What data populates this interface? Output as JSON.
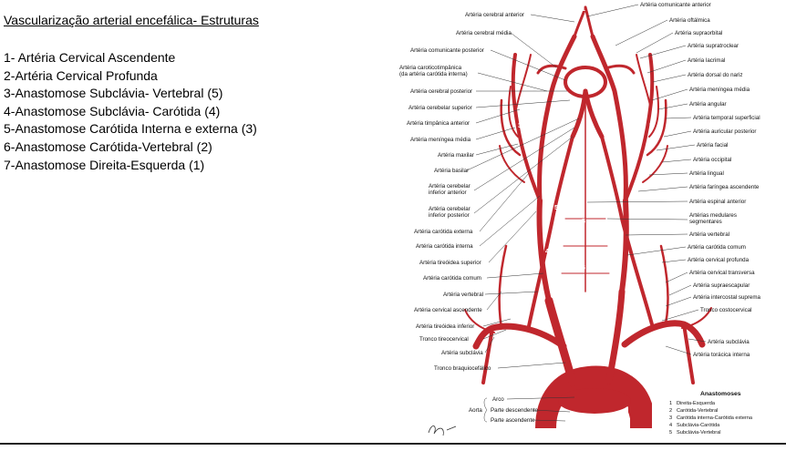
{
  "title": "Vascularização arterial encefálica- Estruturas",
  "list_items": [
    "1- Artéria Cervical Ascendente",
    "2-Artéria Cervical Profunda",
    "3-Anastomose Subclávia- Vertebral (5)",
    "4-Anastomose Subclávia- Carótida (4)",
    "5-Anastomose Carótida Interna e externa (3)",
    "6-Anastomose Carótida-Vertebral (2)",
    "7-Anastomose Direita-Esquerda (1)"
  ],
  "figure": {
    "left_labels": [
      "Artéria cerebral anterior",
      "Artéria cerebral média",
      "Artéria comunicante posterior",
      "Artéria caroticotimpânica",
      "(da artéria carótida interna)",
      "Artéria cerebral posterior",
      "Artéria cerebelar superior",
      "Artéria timpânica anterior",
      "Artéria meníngea média",
      "Artéria maxilar",
      "Artéria basilar",
      "Artéria cerebelar",
      "inferior anterior",
      "Artéria cerebelar",
      "inferior posterior",
      "Artéria carótida externa",
      "Artéria carótida interna",
      "Artéria tireóidea superior",
      "Artéria carótida comum",
      "Artéria vertebral",
      "Artéria cervical ascendente",
      "Artéria tireóidea inferior",
      "Tronco tireocervical",
      "Artéria subclávia",
      "Tronco braquiocefálico"
    ],
    "right_labels": [
      "Artéria comunicante anterior",
      "Artéria oftálmica",
      "Artéria supraorbital",
      "Artéria supratroclear",
      "Artéria lacrimal",
      "Artéria dorsal do nariz",
      "Artéria meníngea média",
      "Artéria angular",
      "Artéria temporal superficial",
      "Artéria auricular posterior",
      "Artéria facial",
      "Artéria occipital",
      "Artéria lingual",
      "Artéria faríngea ascendente",
      "Artéria espinal anterior",
      "Artérias medulares",
      "segmentares",
      "Artéria vertebral",
      "Artéria carótida comum",
      "Artéria cervical profunda",
      "Artéria cervical transversa",
      "Artéria supraescapular",
      "Artéria intercostal suprema",
      "Tronco costocervical",
      "Artéria subclávia",
      "Artéria torácica interna"
    ],
    "aorta": {
      "label": "Aorta",
      "parts": [
        "Arco",
        "Parte descendente",
        "Parte ascendente"
      ]
    },
    "legend": {
      "title": "Anastomoses",
      "items": [
        {
          "num": "1",
          "text": "Direita-Esquerda"
        },
        {
          "num": "2",
          "text": "Carótida-Vertebral"
        },
        {
          "num": "3",
          "text": "Carótida interna-Carótida externa"
        },
        {
          "num": "4",
          "text": "Subclávia-Carótida"
        },
        {
          "num": "5",
          "text": "Subclávia-Vertebral"
        }
      ]
    },
    "diagram_numbers": [
      "1",
      "2",
      "2",
      "3",
      "3",
      "4",
      "4",
      "5",
      "5",
      "5",
      "5",
      "5"
    ]
  }
}
